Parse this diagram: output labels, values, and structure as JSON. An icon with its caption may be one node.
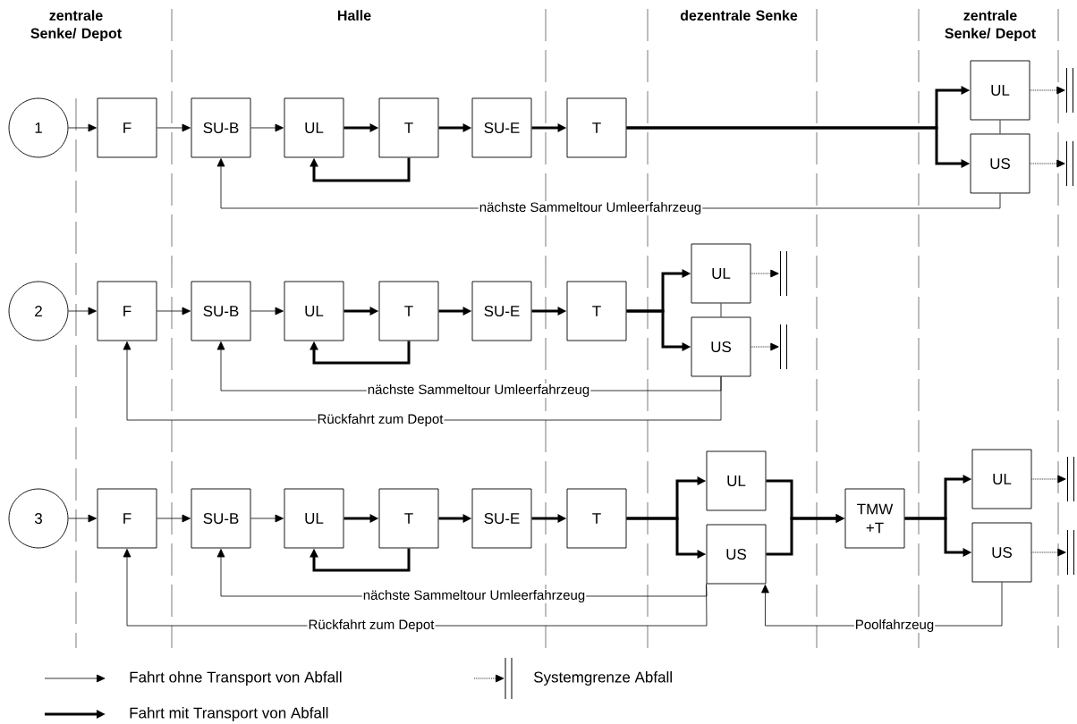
{
  "diagram": {
    "nodes": [
      {
        "text": [
          "1"
        ]
      },
      {
        "text": [
          "F"
        ]
      },
      {
        "text": [
          "SU-B"
        ]
      },
      {
        "text": [
          "UL"
        ]
      },
      {
        "text": [
          "T"
        ]
      },
      {
        "text": [
          "SU-E"
        ]
      },
      {
        "text": [
          "T"
        ]
      },
      {
        "text": [
          "UL"
        ]
      },
      {
        "text": [
          "US"
        ]
      },
      {
        "text": [],
        "shape": "bar"
      },
      {
        "text": [],
        "shape": "bar"
      },
      {
        "text": [
          "2"
        ]
      },
      {
        "text": [
          "F"
        ]
      },
      {
        "text": [
          "SU-B"
        ]
      },
      {
        "text": [
          "UL"
        ]
      },
      {
        "text": [
          "T"
        ]
      },
      {
        "text": [
          "SU-E"
        ]
      },
      {
        "text": [
          "T"
        ]
      },
      {
        "text": [
          "UL"
        ]
      },
      {
        "text": [
          "US"
        ]
      },
      {
        "text": [],
        "shape": "bar"
      },
      {
        "text": [],
        "shape": "bar"
      },
      {
        "text": [
          "3"
        ]
      },
      {
        "text": [
          "F"
        ]
      },
      {
        "text": [
          "SU-B"
        ]
      },
      {
        "text": [
          "UL"
        ]
      },
      {
        "text": [
          "T"
        ]
      },
      {
        "text": [
          "SU-E"
        ]
      },
      {
        "text": [
          "T"
        ]
      },
      {
        "text": [
          "UL"
        ]
      },
      {
        "text": [
          "US"
        ]
      },
      {
        "text": [
          "TMW +T"
        ]
      },
      {
        "text": [
          "UL"
        ]
      },
      {
        "text": [
          "US"
        ]
      },
      {
        "text": [],
        "shape": "bar"
      },
      {
        "text": [],
        "shape": "bar"
      }
    ],
    "edges": [
      {
        "from": 0,
        "to": 1,
        "arrow": "to"
      },
      {
        "from": 1,
        "to": 2,
        "arrow": "to"
      },
      {
        "from": 2,
        "to": 3,
        "arrow": "to"
      },
      {
        "from": 3,
        "to": 4,
        "arrow": "to",
        "style": "thick"
      },
      {
        "from": 4,
        "to": 5,
        "arrow": "to",
        "style": "thick"
      },
      {
        "from": 5,
        "to": 6,
        "arrow": "to",
        "style": "thick"
      },
      {
        "from": 6,
        "to": 7,
        "arrow": "to",
        "style": "thick"
      },
      {
        "from": 6,
        "to": 8,
        "arrow": "to",
        "style": "thick"
      },
      {
        "from": 7,
        "to": 8,
        "arrow": "none"
      },
      {
        "from": 4,
        "to": 3,
        "arrow": "to",
        "style": "thick"
      },
      {
        "from": 8,
        "to": 2,
        "arrow": "to",
        "label": "nächste Sammeltour Umleerfahrzeug"
      },
      {
        "from": 7,
        "to": 9,
        "arrow": "to",
        "style": "dashed"
      },
      {
        "from": 8,
        "to": 10,
        "arrow": "to",
        "style": "dashed"
      },
      {
        "from": 11,
        "to": 12,
        "arrow": "to"
      },
      {
        "from": 12,
        "to": 13,
        "arrow": "to"
      },
      {
        "from": 13,
        "to": 14,
        "arrow": "to"
      },
      {
        "from": 14,
        "to": 15,
        "arrow": "to",
        "style": "thick"
      },
      {
        "from": 15,
        "to": 16,
        "arrow": "to",
        "style": "thick"
      },
      {
        "from": 16,
        "to": 17,
        "arrow": "to",
        "style": "thick"
      },
      {
        "from": 17,
        "to": 18,
        "arrow": "to",
        "style": "thick"
      },
      {
        "from": 17,
        "to": 19,
        "arrow": "to",
        "style": "thick"
      },
      {
        "from": 18,
        "to": 19,
        "arrow": "none"
      },
      {
        "from": 15,
        "to": 14,
        "arrow": "to",
        "style": "thick"
      },
      {
        "from": 19,
        "to": 13,
        "arrow": "to",
        "label": "nächste Sammeltour Umleerfahrzeug"
      },
      {
        "from": 19,
        "to": 12,
        "arrow": "to",
        "label": "Rückfahrt zum Depot"
      },
      {
        "from": 18,
        "to": 20,
        "arrow": "to",
        "style": "dashed"
      },
      {
        "from": 19,
        "to": 21,
        "arrow": "to",
        "style": "dashed"
      },
      {
        "from": 22,
        "to": 23,
        "arrow": "to"
      },
      {
        "from": 23,
        "to": 24,
        "arrow": "to"
      },
      {
        "from": 24,
        "to": 25,
        "arrow": "to"
      },
      {
        "from": 25,
        "to": 26,
        "arrow": "to",
        "style": "thick"
      },
      {
        "from": 26,
        "to": 27,
        "arrow": "to",
        "style": "thick"
      },
      {
        "from": 27,
        "to": 28,
        "arrow": "to",
        "style": "thick"
      },
      {
        "from": 28,
        "to": 29,
        "arrow": "to",
        "style": "thick"
      },
      {
        "from": 28,
        "to": 30,
        "arrow": "to",
        "style": "thick"
      },
      {
        "from": 29,
        "to": 31,
        "arrow": "to",
        "style": "thick"
      },
      {
        "from": 30,
        "to": 31,
        "arrow": "to",
        "style": "thick"
      },
      {
        "from": 31,
        "to": 32,
        "arrow": "to",
        "style": "thick"
      },
      {
        "from": 31,
        "to": 33,
        "arrow": "to",
        "style": "thick"
      },
      {
        "from": 26,
        "to": 25,
        "arrow": "to",
        "style": "thick"
      },
      {
        "from": 30,
        "to": 24,
        "arrow": "to",
        "label": "nächste Sammeltour Umleerfahrzeug"
      },
      {
        "from": 30,
        "to": 23,
        "arrow": "to",
        "label": "Rückfahrt zum Depot"
      },
      {
        "from": 33,
        "to": 30,
        "arrow": "to",
        "label": "Poolfahrzeug"
      },
      {
        "from": 32,
        "to": 34,
        "arrow": "to",
        "style": "dashed"
      },
      {
        "from": 33,
        "to": 35,
        "arrow": "to",
        "style": "dashed"
      }
    ],
    "labels": [
      "zentrale Senke/ Depot",
      "Halle",
      "dezentrale Senke",
      "zentrale Senke/ Depot"
    ],
    "legend": [
      {
        "text": "Fahrt ohne Transport von Abfall"
      },
      {
        "text": "Systemgrenze Abfall"
      },
      {
        "text": "Fahrt mit Transport von Abfall"
      }
    ]
  }
}
